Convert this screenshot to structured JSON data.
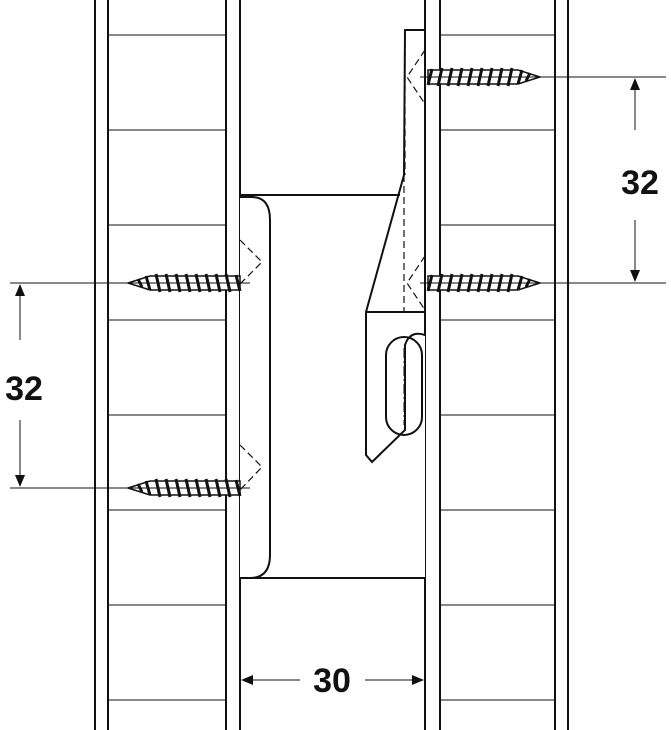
{
  "dimensions": {
    "right_spacing": "32",
    "left_spacing": "32",
    "gap_width": "30"
  },
  "colors": {
    "line": "#111111",
    "background": "#ffffff"
  }
}
